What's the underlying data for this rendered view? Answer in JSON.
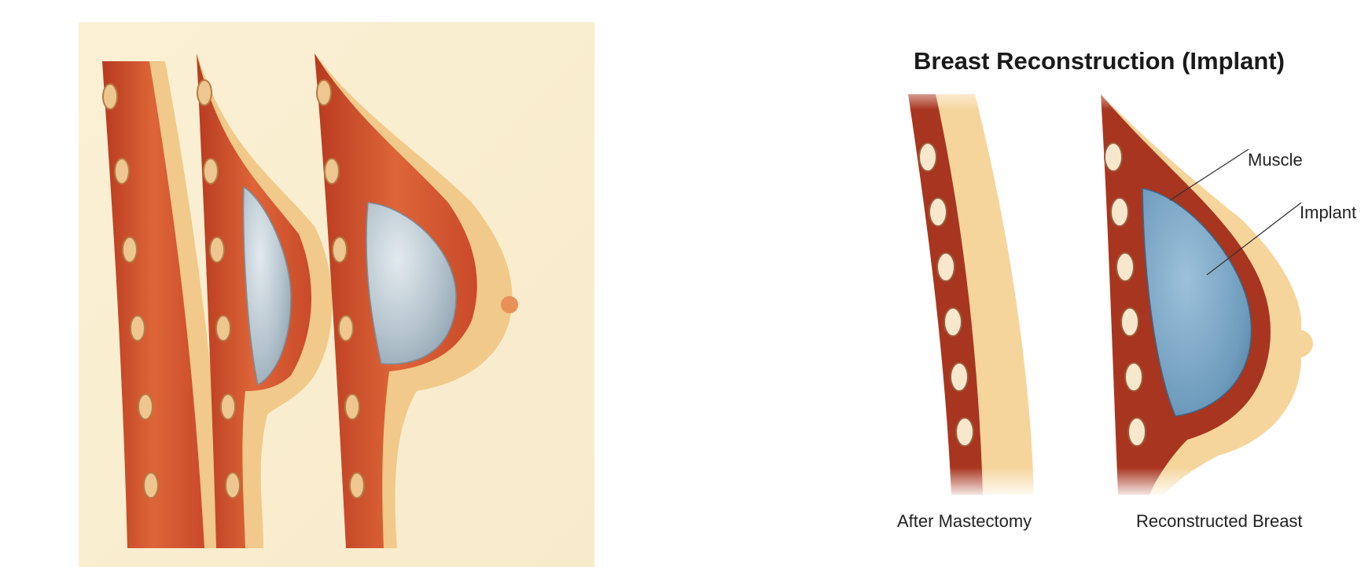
{
  "diagram": {
    "title": "Breast Reconstruction (Implant)",
    "labels": {
      "muscle": "Muscle",
      "implant": "Implant"
    },
    "captions": {
      "after": "After Mastectomy",
      "reconstructed": "Reconstructed Breast"
    }
  },
  "colors": {
    "left_background": "#fbf1d6",
    "skin_fat": "#f4cf8f",
    "muscle": "#cf5232",
    "muscle_dark": "#a8351f",
    "rib": "#eec690",
    "implant_left": "#aebfcc",
    "implant_right": "#6f9cbd"
  }
}
